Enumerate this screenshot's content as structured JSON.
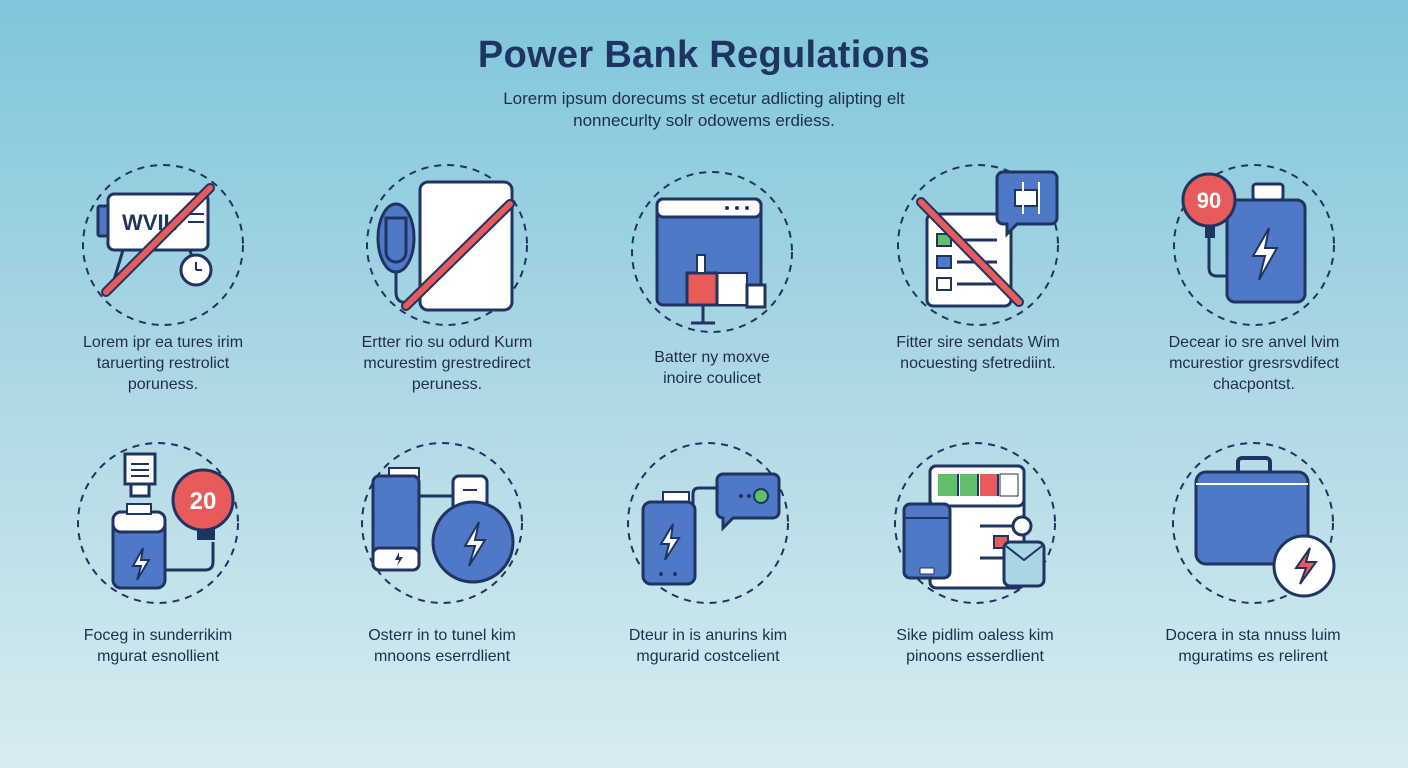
{
  "header": {
    "title": "Power Bank Regulations",
    "subtitle_line1": "Lorerm ipsum dorecums st ecetur adlicting alipting elt",
    "subtitle_line2": "nonnecurlty solr odowems erdiess."
  },
  "colors": {
    "primary_blue": "#4f79c7",
    "navy_outline": "#1f3461",
    "alert_red": "#e85b5b",
    "success_green": "#5fbf6a",
    "background_top": "#7fc6dc",
    "background_bottom": "#d7ecf0"
  },
  "items": [
    {
      "icon": "prohibited-display-device-icon",
      "icon_text": "WVIL",
      "lines": [
        "Lorem ipr ea tures irim",
        "taruerting restrolict",
        "poruness."
      ]
    },
    {
      "icon": "prohibited-power-bank-icon",
      "lines": [
        "Ertter rio su odurd Kurm",
        "mcurestim grestredirect",
        "peruness."
      ]
    },
    {
      "icon": "laptop-with-battery-icon",
      "lines": [
        "Batter ny moxve",
        "inoire coulicet"
      ]
    },
    {
      "icon": "prohibited-document-checklist-icon",
      "lines": [
        "Fitter sire sendats Wim",
        "nocuesting sfetrediint."
      ]
    },
    {
      "icon": "battery-capacity-limit-icon",
      "badge": "90",
      "lines": [
        "Decear io sre anvel lvim",
        "mcurestior gresrsvdifect",
        "chacpontst."
      ]
    },
    {
      "icon": "small-battery-limit-icon",
      "badge": "20",
      "lines": [
        "Foceg in sunderrikim",
        "mgurat esnollient"
      ]
    },
    {
      "icon": "battery-charging-icon",
      "lines": [
        "Osterr in to tunel kim",
        "mnoons eserrdlient"
      ]
    },
    {
      "icon": "phone-battery-message-icon",
      "lines": [
        "Dteur in is anurins kim",
        "mgurarid costcelient"
      ]
    },
    {
      "icon": "charge-level-document-icon",
      "lines": [
        "Sike pidlim oaless kim",
        "pinoons esserdlient"
      ]
    },
    {
      "icon": "luggage-power-icon",
      "lines": [
        "Docera in sta nnuss luim",
        "mguratims es relirent"
      ]
    }
  ]
}
